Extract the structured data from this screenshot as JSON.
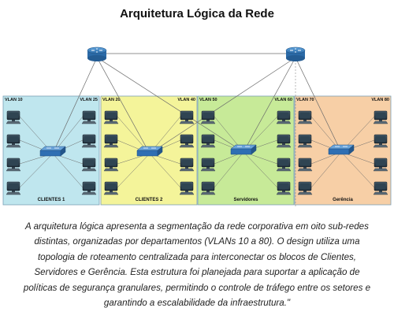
{
  "title": "Arquitetura Lógica da Rede",
  "zones": [
    {
      "id": "z1",
      "label": "CLIENTES 1",
      "fill": "#bfe6ee",
      "vlan_left": "VLAN 10",
      "vlan_right": "VLAN 25"
    },
    {
      "id": "z2",
      "label": "CLIENTES 2",
      "fill": "#f4f49a",
      "vlan_left": "VLAN 20",
      "vlan_right": "VLAN 40"
    },
    {
      "id": "z3",
      "label": "Servidores",
      "fill": "#c7ea98",
      "vlan_left": "VLAN 50",
      "vlan_right": "VLAN 60"
    },
    {
      "id": "z4",
      "label": "Gerência",
      "fill": "#f7cfa6",
      "vlan_left": "VLAN 70",
      "vlan_right": "VLAN 80"
    }
  ],
  "colors": {
    "router": "#3a82c4",
    "switch": "#2f6fb3",
    "link": "#6b6b6b",
    "zone_border": "#7a9fb5"
  },
  "caption": "A arquitetura lógica apresenta a segmentação da rede corporativa em oito sub-redes distintas, organizadas por departamentos (VLANs 10 a 80). O design utiliza uma topologia de roteamento centralizada para interconectar os blocos de Clientes, Servidores e Gerência. Esta estrutura foi planejada para suportar a aplicação de políticas de segurança granulares, permitindo o controle de tráfego entre os setores e garantindo a escalabilidade da infraestrutura.\""
}
